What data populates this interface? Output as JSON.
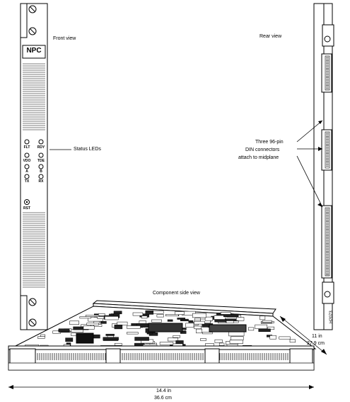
{
  "front_panel": {
    "view_label": "Front view",
    "module_name": "NPC",
    "led_labels": [
      "FLT",
      "RDY",
      "VDO",
      "TDE",
      "A",
      "B",
      "TX",
      "RX"
    ],
    "reset_label": "RST",
    "callout": "Status LEDs"
  },
  "rear_panel": {
    "view_label": "Rear view",
    "callout_lines": [
      "Three 96-pin",
      "DIN connectors",
      "attach to midplane"
    ],
    "figure_id": "H2073"
  },
  "component_side": {
    "view_label": "Component side view",
    "depth_in": "11 in",
    "depth_cm": "27.9 cm",
    "width_in": "14.4 in",
    "width_cm": "36.6 cm"
  }
}
